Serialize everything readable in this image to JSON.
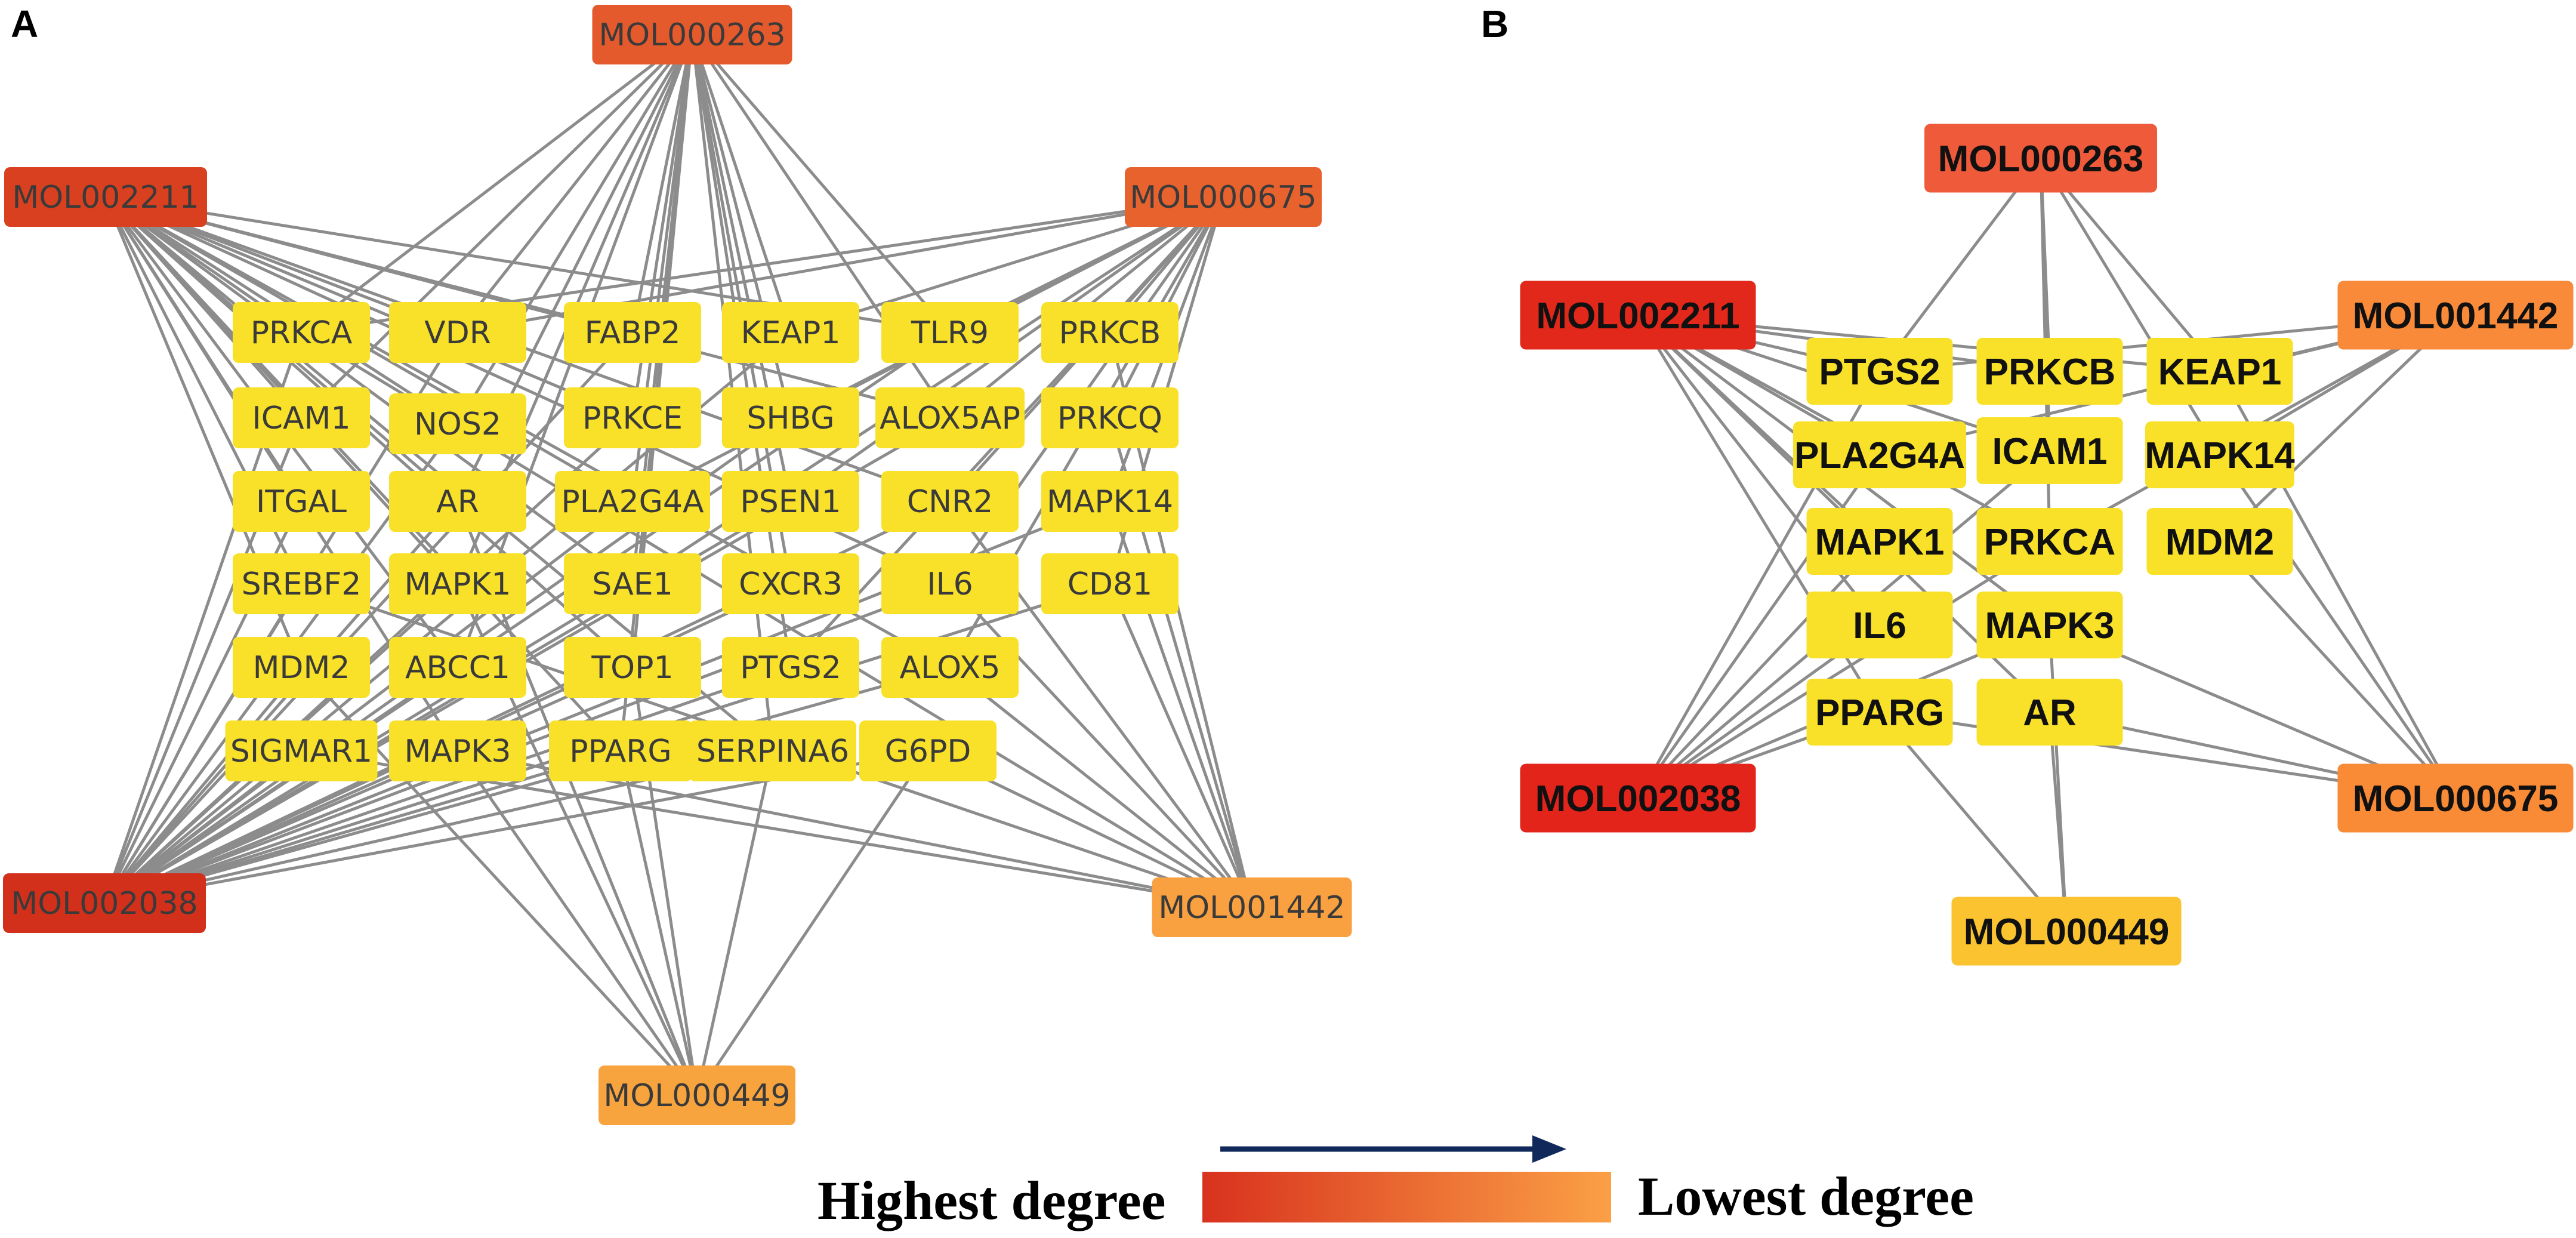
{
  "panels": [
    {
      "letter": "A",
      "molecules": [
        {
          "id": "MOL000263",
          "color": "#e45a2c"
        },
        {
          "id": "MOL002211",
          "color": "#d8401f"
        },
        {
          "id": "MOL000675",
          "color": "#e8622e"
        },
        {
          "id": "MOL002038",
          "color": "#d2301b"
        },
        {
          "id": "MOL001442",
          "color": "#f9a040"
        },
        {
          "id": "MOL000449",
          "color": "#f7a43f"
        }
      ],
      "targets": [
        "PRKCA",
        "VDR",
        "FABP2",
        "KEAP1",
        "TLR9",
        "PRKCB",
        "ICAM1",
        "NOS2",
        "PRKCE",
        "SHBG",
        "ALOX5AP",
        "PRKCQ",
        "ITGAL",
        "AR",
        "PLA2G4A",
        "PSEN1",
        "CNR2",
        "MAPK14",
        "SREBF2",
        "MAPK1",
        "SAE1",
        "CXCR3",
        "IL6",
        "CD81",
        "MDM2",
        "ABCC1",
        "TOP1",
        "PTGS2",
        "ALOX5",
        "SIGMAR1",
        "MAPK3",
        "PPARG",
        "SERPINA6",
        "G6PD"
      ]
    },
    {
      "letter": "B",
      "molecules": [
        {
          "id": "MOL000263",
          "color": "#ee5a3a"
        },
        {
          "id": "MOL002211",
          "color": "#e2281a"
        },
        {
          "id": "MOL001442",
          "color": "#f98a3a"
        },
        {
          "id": "MOL002038",
          "color": "#e2241b"
        },
        {
          "id": "MOL000675",
          "color": "#f98a36"
        },
        {
          "id": "MOL000449",
          "color": "#fbc32f"
        }
      ],
      "targets": [
        "PTGS2",
        "PRKCB",
        "KEAP1",
        "PLA2G4A",
        "ICAM1",
        "MAPK14",
        "MAPK1",
        "PRKCA",
        "MDM2",
        "IL6",
        "MAPK3",
        "PPARG",
        "AR"
      ]
    }
  ],
  "legend": {
    "high_label": "Highest degree",
    "low_label": "Lowest degree",
    "gradient_start": "#d8321e",
    "gradient_end": "#fba046",
    "arrow_color": "#10285a"
  },
  "colors": {
    "target_fill": "#f8e128",
    "edge": "#8c8c8c"
  }
}
